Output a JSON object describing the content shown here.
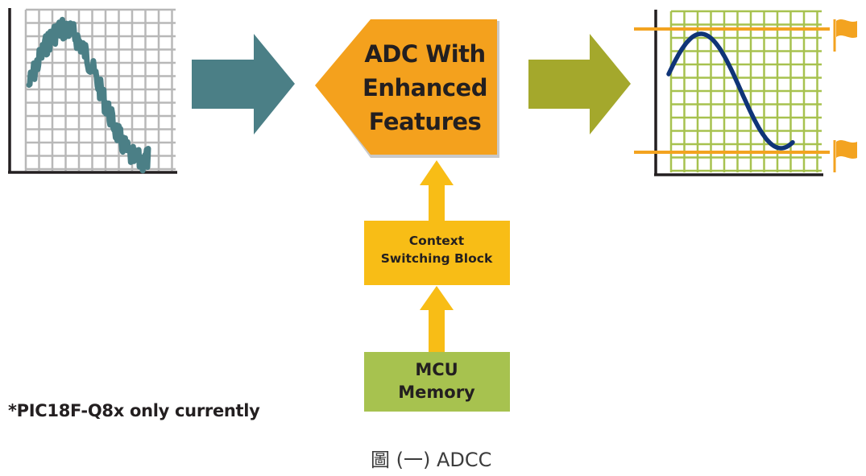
{
  "diagram": {
    "colors": {
      "teal_arrow": "#4b7f86",
      "noisy_signal": "#4b7f86",
      "adc_block": "#f4a11d",
      "adc_shadow": "#c9c9c9",
      "yellow_arrow": "#f8bd16",
      "context_block": "#f8bd16",
      "olive_arrow": "#a4a82c",
      "memory_block": "#a7c24f",
      "clean_signal": "#0f3477",
      "threshold": "#f3a320",
      "flag": "#f3a320",
      "grid_gray": "#b8b8b8",
      "grid_green": "#a7c24f",
      "axis": "#231f20"
    },
    "adc_block": {
      "lines": [
        "ADC With",
        "Enhanced",
        "Features"
      ]
    },
    "context_block": {
      "lines": [
        "Context",
        "Switching Block"
      ]
    },
    "memory_block": {
      "lines": [
        "MCU",
        "Memory"
      ]
    },
    "input_chart": {
      "label": "noisy analog input",
      "icon": "noisy-sine-wave-chart"
    },
    "output_chart": {
      "label": "filtered output with thresholds",
      "icon": "clean-sine-wave-chart",
      "threshold_flags": [
        "upper-threshold-flag",
        "lower-threshold-flag"
      ]
    },
    "note": "*PIC18F-Q8x only currently",
    "caption": "圖 (一) ADCC"
  }
}
